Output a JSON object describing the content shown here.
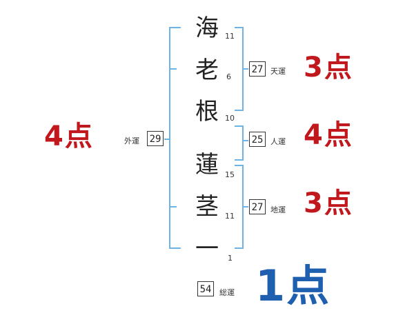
{
  "name_chars": [
    "海",
    "老",
    "根",
    "蓮",
    "茎",
    "一"
  ],
  "strokes": [
    "11",
    "6",
    "10",
    "15",
    "11",
    "1"
  ],
  "fortunes": {
    "tenun": {
      "label": "天運",
      "value": "27",
      "score": "3点",
      "score_color": "#c0181c"
    },
    "jinun": {
      "label": "人運",
      "value": "25",
      "score": "4点",
      "score_color": "#c0181c"
    },
    "chiun": {
      "label": "地運",
      "value": "27",
      "score": "3点",
      "score_color": "#c0181c"
    },
    "gaiun": {
      "label": "外運",
      "value": "29",
      "score": "4点",
      "score_color": "#c0181c"
    },
    "souun": {
      "label": "総運",
      "value": "54",
      "score": "1点",
      "score_color": "#1f5fb0"
    }
  },
  "bracket_color": "#6cb4e6"
}
